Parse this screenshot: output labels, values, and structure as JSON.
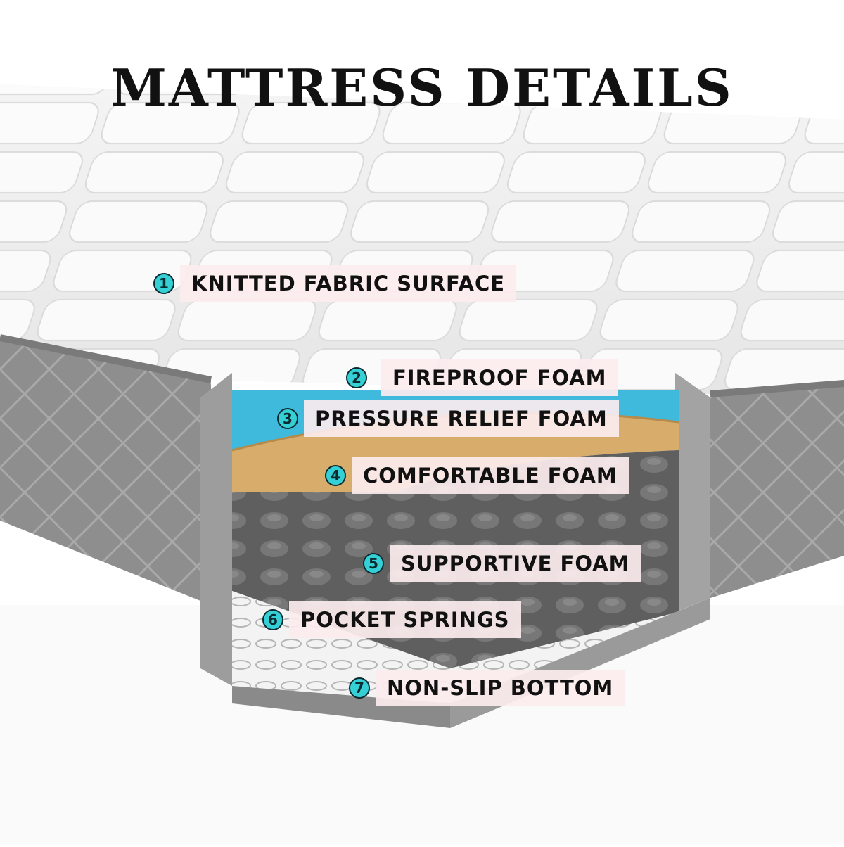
{
  "title": "MATTRESS DETAILS",
  "layers": [
    {
      "number": "1",
      "label": "KNITTED FABRIC SURFACE"
    },
    {
      "number": "2",
      "label": "FIREPROOF FOAM"
    },
    {
      "number": "3",
      "label": "PRESSURE RELIEF FOAM"
    },
    {
      "number": "4",
      "label": "COMFORTABLE FOAM"
    },
    {
      "number": "5",
      "label": "SUPPORTIVE FOAM"
    },
    {
      "number": "6",
      "label": "POCKET SPRINGS"
    },
    {
      "number": "7",
      "label": "NON-SLIP BOTTOM"
    }
  ],
  "colors": {
    "badge": "#35d0d6",
    "label_bg": "#fcecee",
    "blue_foam": "#3fb9dc",
    "tan_foam": "#d8ad6c",
    "grey_foam": "#6b6b6b",
    "side_fabric": "#8d8d8d"
  }
}
